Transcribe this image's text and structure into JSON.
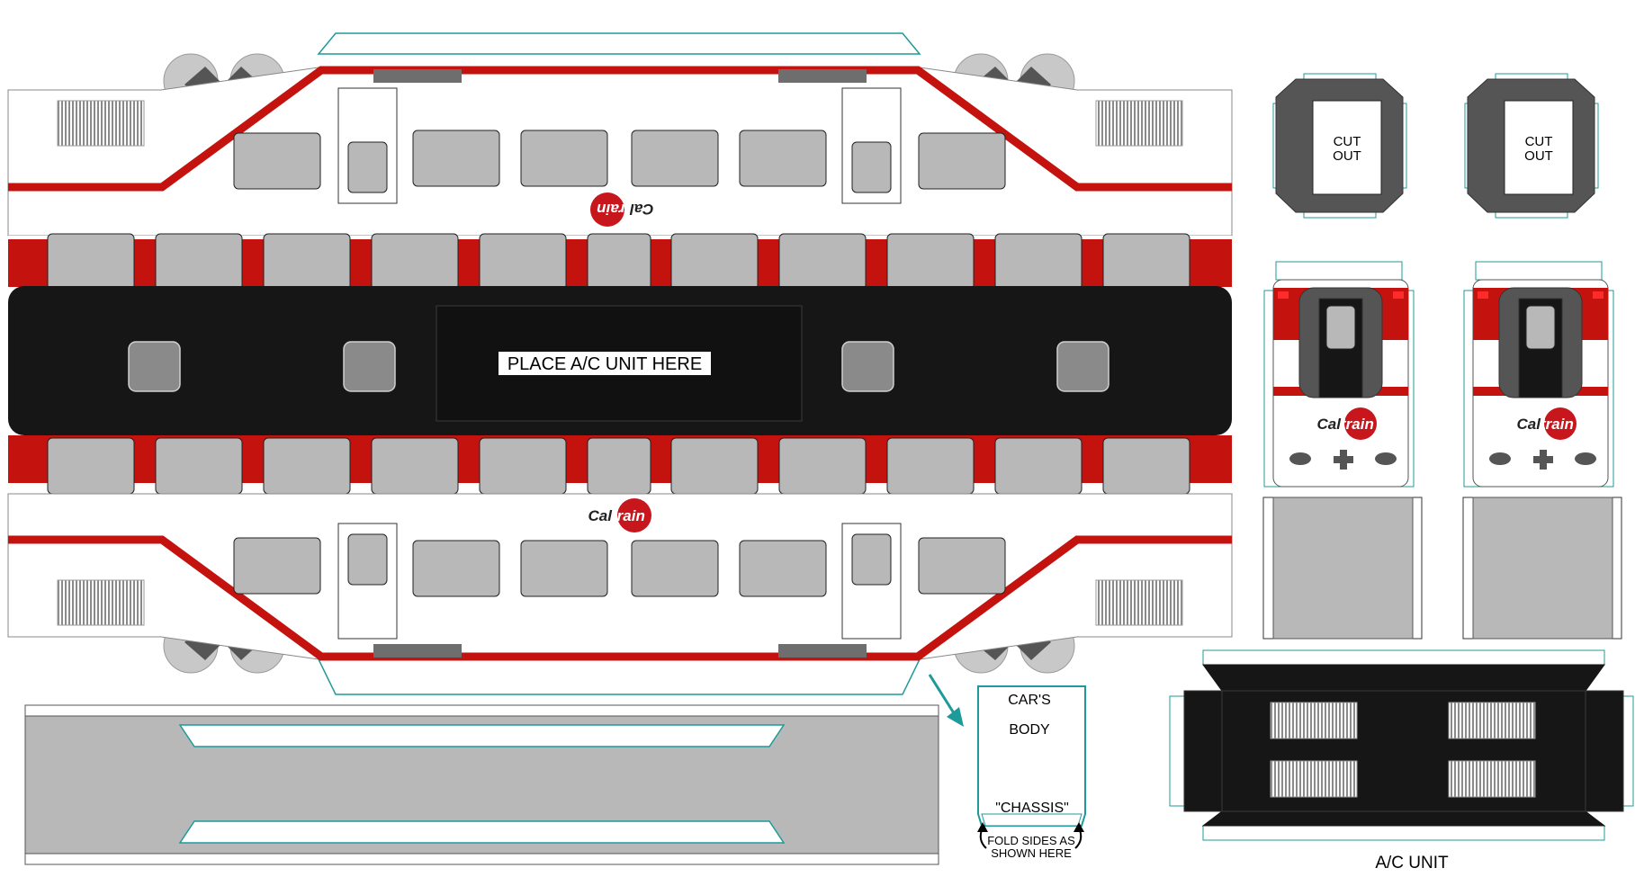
{
  "title": "",
  "colors": {
    "red": "#c4120e",
    "black": "#161616",
    "window_gray": "#b8b8b8",
    "dark_gray": "#555555",
    "teal": "#1f9a9a",
    "logo_red": "#c8161d"
  },
  "main_body": {
    "center_label": "PLACE A/C UNIT HERE",
    "logo_part_1": "Cal",
    "logo_part_2": "train"
  },
  "cut_out_top_left": {
    "line1": "CUT",
    "line2": "OUT"
  },
  "cut_out_top_right": {
    "line1": "CUT",
    "line2": "OUT"
  },
  "cab_ends": {
    "logo_part_1": "Cal",
    "logo_part_2": "train"
  },
  "chassis_diagram": {
    "line1": "CAR'S",
    "line2": "BODY",
    "line3": "\"CHASSIS\"",
    "fold_note_line1": "FOLD SIDES AS",
    "fold_note_line2": "SHOWN HERE"
  },
  "ac_unit": {
    "label": "A/C UNIT"
  }
}
